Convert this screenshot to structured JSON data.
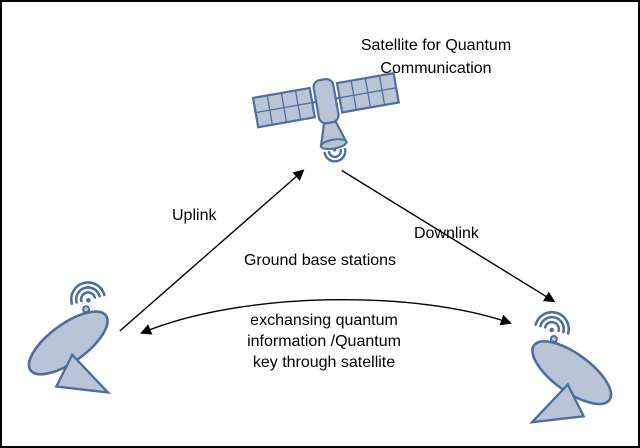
{
  "diagram": {
    "satellite_label": "Satellite for Quantum\nCommunication",
    "uplink_label": "Uplink",
    "downlink_label": "Downlink",
    "ground_base_label": "Ground base stations",
    "exchange_label": "exchansing quantum\ninformation /Quantum\nkey through satellite",
    "colors": {
      "shape_outline": "#4f6e9e",
      "shape_fill": "#b9c5d6",
      "arrow": "#000000",
      "background": "#ffffff",
      "border": "#000000"
    }
  }
}
